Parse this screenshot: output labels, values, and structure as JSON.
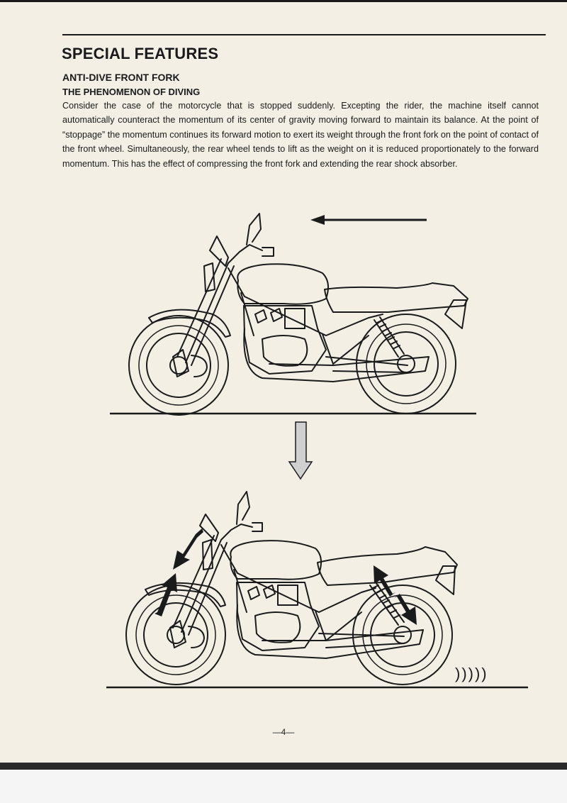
{
  "page": {
    "title": "SPECIAL FEATURES",
    "section_heading": "ANTI-DIVE FRONT FORK",
    "subsection_heading": "THE PHENOMENON OF DIVING",
    "body": "Consider the case of the motorcycle that is stopped suddenly. Excepting the rider, the machine itself cannot automatically counteract the momentum of its center of gravity moving forward to maintain its balance. At the point of “stoppage” the momentum continues its forward motion to exert its weight through the front fork on the point of contact of the front wheel. Simultaneously, the rear wheel tends to lift as the weight on it is reduced proportionately to the forward momentum. This has the effect of compressing the front fork and extending the rear shock absorber.",
    "page_number": "—4—"
  },
  "figure": {
    "annotation_marks": ")))))",
    "colors": {
      "ink": "#1a1a1a",
      "paper": "#f3efe4",
      "arrow_fill": "#d0d0d0"
    }
  }
}
